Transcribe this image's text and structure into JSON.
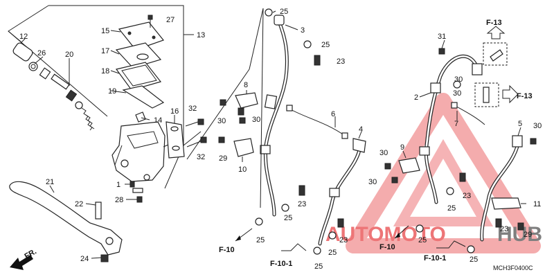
{
  "part_numbers": {
    "n1": "1",
    "n2": "2",
    "n3": "3",
    "n4": "4",
    "n5": "5",
    "n6": "6",
    "n7": "7",
    "n8": "8",
    "n9": "9",
    "n10": "10",
    "n11": "11",
    "n12": "12",
    "n13": "13",
    "n14": "14",
    "n15": "15",
    "n16": "16",
    "n17": "17",
    "n18": "18",
    "n19": "19",
    "n20": "20",
    "n21": "21",
    "n22": "22",
    "n23": "23",
    "n24": "24",
    "n25": "25",
    "n26": "26",
    "n27": "27",
    "n28": "28",
    "n29": "29",
    "n30": "30",
    "n31": "31",
    "n32": "32"
  },
  "refs": {
    "f10": "F-10",
    "f10_1": "F-10-1",
    "f13": "F-13",
    "fr": "FR."
  },
  "watermark": {
    "brand_left": "AUTOMOTO",
    "brand_right": "HUB",
    "color_left": "#e8474a",
    "color_right": "#555555"
  },
  "diagram_code": "MCH3F0400C"
}
